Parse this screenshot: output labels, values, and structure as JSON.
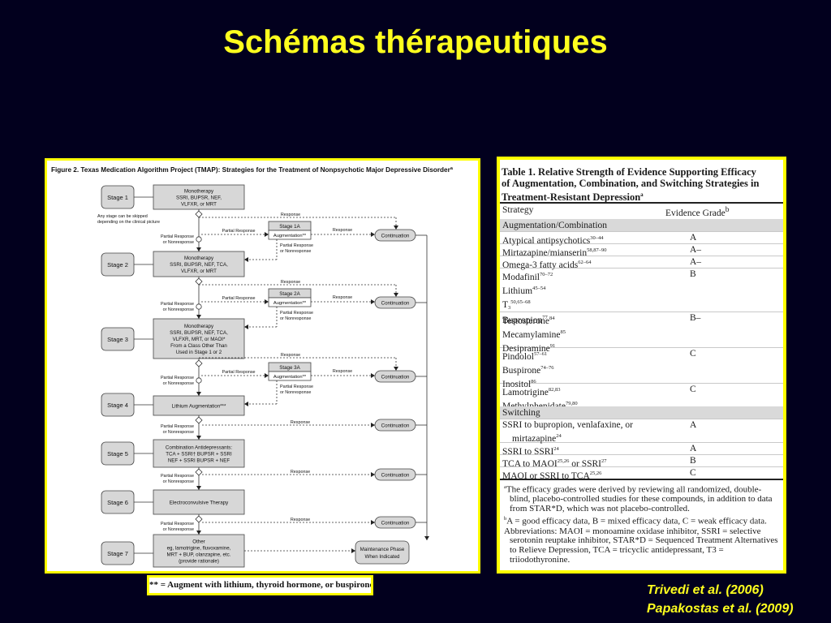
{
  "slide": {
    "title": "Schémas thérapeutiques",
    "citations": [
      "Trivedi et al. (2006)",
      "Papakostas et al. (2009)"
    ],
    "legend": "** = Augment with lithium, thyroid hormone, or buspirone"
  },
  "colors": {
    "background": "#02001e",
    "title": "#ffff1e",
    "frame": "#ffff00"
  },
  "figure": {
    "title": "Figure 2. Texas Medication Algorithm Project (TMAP): Strategies for the Treatment of Nonpsychotic Major Depressive Disorder",
    "title_sup": "a",
    "skip_note": [
      "Any stage can be skipped",
      "depending on the clinical picture"
    ],
    "stages": [
      "Stage 1",
      "Stage 2",
      "Stage 3",
      "Stage 4",
      "Stage 5",
      "Stage 6",
      "Stage 7"
    ],
    "treatments": [
      [
        "Monotherapy",
        "SSRI, BUPSR, NEF,",
        "VLFXR, or MRT"
      ],
      [
        "Monotherapy",
        "SSRI, BUPSR, NEF, TCA,",
        "VLFXR, or MRT"
      ],
      [
        "Monotherapy",
        "SSRI, BUPSR, NEF, TCA,",
        "VLFXR, MRT, or MAOI*",
        "From a Class Other Than",
        "Used in Stage 1 or 2"
      ],
      [
        "Lithium Augmentation***"
      ],
      [
        "Combination Antidepressants:",
        "TCA + SSRI†    BUPSR + SSRI",
        "NEF + SSRI      BUPSR + NEF"
      ],
      [
        "Electroconvulsive Therapy"
      ],
      [
        "Other",
        "eg, lamotrigine, fluvoxamine,",
        "MRT + BUP, olanzapine, etc.",
        "(provide rationale)"
      ]
    ],
    "substages": [
      "Stage 1A",
      "Stage 2A",
      "Stage 3A"
    ],
    "augmentation": "Augmentation**",
    "labels": {
      "response": "Response",
      "partial_response": "Partial Response",
      "partial_lines": [
        "Partial Response",
        "or Nonresponse"
      ],
      "continuation": "Continuation",
      "maintenance": [
        "Maintenance Phase",
        "When Indicated"
      ]
    }
  },
  "table": {
    "title_lines": [
      "Table 1. Relative Strength of Evidence Supporting Efficacy",
      "of Augmentation, Combination, and Switching Strategies in",
      "Treatment-Resistant Depression"
    ],
    "title_sup": "a",
    "col_strategy": "Strategy",
    "col_grade": "Evidence Grade",
    "col_grade_sup": "b",
    "sections": {
      "augmentation": "Augmentation/Combination",
      "switching": "Switching"
    },
    "rows": [
      {
        "s": [
          [
            "Atypical antipsychotics",
            "30–44"
          ]
        ],
        "g": "A"
      },
      {
        "s": [
          [
            "Mirtazapine/mianserin",
            "58,87–90"
          ]
        ],
        "g": "A–"
      },
      {
        "s": [
          [
            "Omega-3 fatty acids",
            "62–64"
          ]
        ],
        "g": "A–"
      },
      {
        "s": [
          [
            "Modafinil",
            "70–72"
          ],
          [
            "Lithium",
            "45–54"
          ],
          [
            "T",
            "50,65–68"
          ],
          [
            "Bupropion",
            "77"
          ]
        ],
        "g": "B"
      },
      {
        "s": [
          [
            "Testosterone",
            "84"
          ],
          [
            "Mecamylamine",
            "85"
          ],
          [
            "Desipramine",
            "91"
          ]
        ],
        "g": "B–"
      },
      {
        "s": [
          [
            "Pindolol",
            "57–61"
          ],
          [
            "Buspirone",
            "74–76"
          ],
          [
            "Inositol",
            "86"
          ]
        ],
        "g": "C"
      },
      {
        "s": [
          [
            "Lamotrigine",
            "82,83"
          ],
          [
            "Methylphenidate",
            "79,80"
          ]
        ],
        "g": "C"
      },
      {
        "s": [
          [
            "SSRI to bupropion, venlafaxine, or",
            ""
          ],
          [
            "mirtazapine",
            "24"
          ]
        ],
        "g": "A"
      },
      {
        "s": [
          [
            "SSRI to SSRI",
            "24"
          ]
        ],
        "g": "A"
      },
      {
        "s": [
          [
            "TCA to MAOI",
            "25,26"
          ],
          [
            " or SSRI",
            "27"
          ]
        ],
        "g": "B"
      },
      {
        "s": [
          [
            "MAOI or SSRI to TCA",
            "25,26"
          ]
        ],
        "g": "C"
      }
    ],
    "t3_subscript": "3",
    "footnotes": [
      [
        "a",
        "The efficacy grades were derived by reviewing all randomized, double-blind, placebo-controlled studies for these compounds, in addition to data from STAR*D, which was not placebo-controlled."
      ],
      [
        "b",
        "A = good efficacy data, B = mixed efficacy data, C = weak efficacy data."
      ],
      [
        "",
        "Abbreviations: MAOI = monoamine oxidase inhibitor, SSRI = selective serotonin reuptake inhibitor, STAR*D = Sequenced Treatment Alternatives to Relieve Depression, TCA = tricyclic antidepressant, T3 = triiodothyronine."
      ]
    ]
  }
}
